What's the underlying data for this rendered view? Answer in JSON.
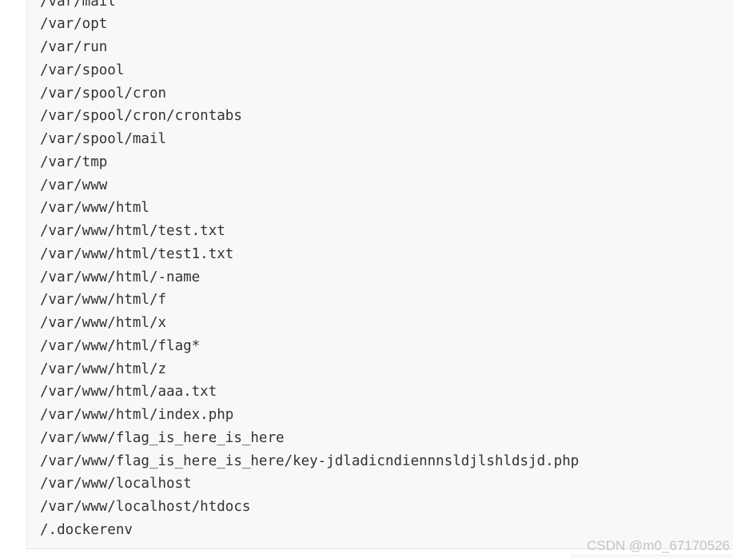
{
  "code_block": {
    "lines": [
      "/var/mail",
      "/var/opt",
      "/var/run",
      "/var/spool",
      "/var/spool/cron",
      "/var/spool/cron/crontabs",
      "/var/spool/mail",
      "/var/tmp",
      "/var/www",
      "/var/www/html",
      "/var/www/html/test.txt",
      "/var/www/html/test1.txt",
      "/var/www/html/-name",
      "/var/www/html/f",
      "/var/www/html/x",
      "/var/www/html/flag*",
      "/var/www/html/z",
      "/var/www/html/aaa.txt",
      "/var/www/html/index.php",
      "/var/www/flag_is_here_is_here",
      "/var/www/flag_is_here_is_here/key-jdladicndiennnsldjlshldsjd.php",
      "/var/www/localhost",
      "/var/www/localhost/htdocs",
      "/.dockerenv"
    ]
  },
  "watermark": "CSDN @m0_67170526"
}
